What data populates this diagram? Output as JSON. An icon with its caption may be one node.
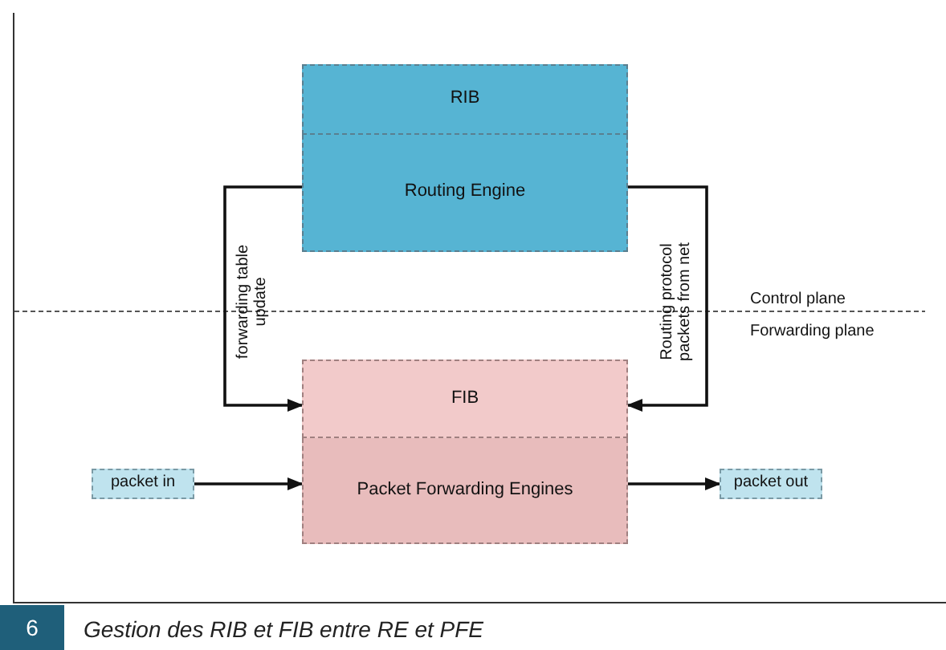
{
  "diagram": {
    "caption": "Gestion des RIB et FIB entre RE et PFE",
    "nodes": [
      {
        "text": [
          "RIB"
        ]
      },
      {
        "text": [
          "Routing Engine"
        ]
      },
      {
        "text": [
          "FIB"
        ]
      },
      {
        "text": [
          "Packet Forwarding Engines"
        ]
      },
      {
        "text": [
          "packet in"
        ]
      },
      {
        "text": [
          "packet out"
        ]
      }
    ],
    "edges": [
      {
        "from": 1,
        "to": 2,
        "arrow": "to",
        "label": "forwarding table update"
      },
      {
        "from": 1,
        "to": 2,
        "arrow": "to",
        "label": "Routing protocol packets from net"
      },
      {
        "from": 4,
        "to": 3,
        "arrow": "to"
      },
      {
        "from": 3,
        "to": 5,
        "arrow": "to"
      }
    ],
    "labels": [
      "Control plane",
      "Forwarding plane",
      "6"
    ]
  }
}
